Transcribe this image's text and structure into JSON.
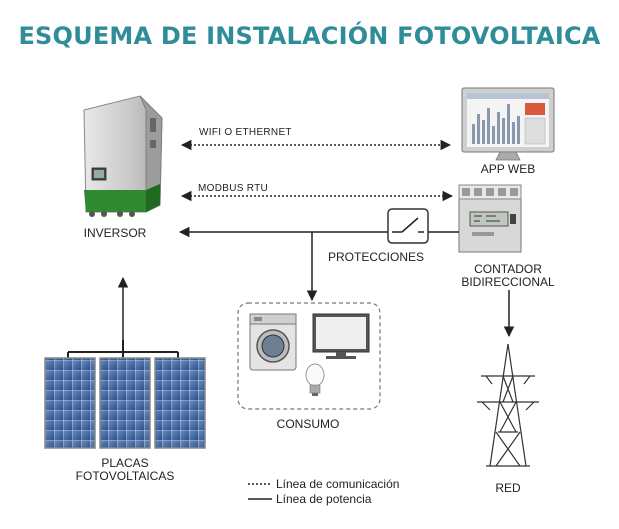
{
  "title": "ESQUEMA DE INSTALACIÓN FOTOVOLTAICA",
  "nodes": {
    "inversor": "INVERSOR",
    "app_web": "APP WEB",
    "protecciones": "PROTECCIONES",
    "contador_1": "CONTADOR",
    "contador_2": "BIDIRECCIONAL",
    "placas_1": "PLACAS",
    "placas_2": "FOTOVOLTAICAS",
    "consumo": "CONSUMO",
    "red": "RED"
  },
  "links": {
    "wifi": "WIFI O ETHERNET",
    "modbus": "MODBUS RTU"
  },
  "legend": {
    "comunicacion": "Línea de comunicación",
    "potencia": "Línea de potencia"
  },
  "colors": {
    "title": "#2f8d9a",
    "inverter_green": "#2f8a2f",
    "line": "#222222"
  }
}
